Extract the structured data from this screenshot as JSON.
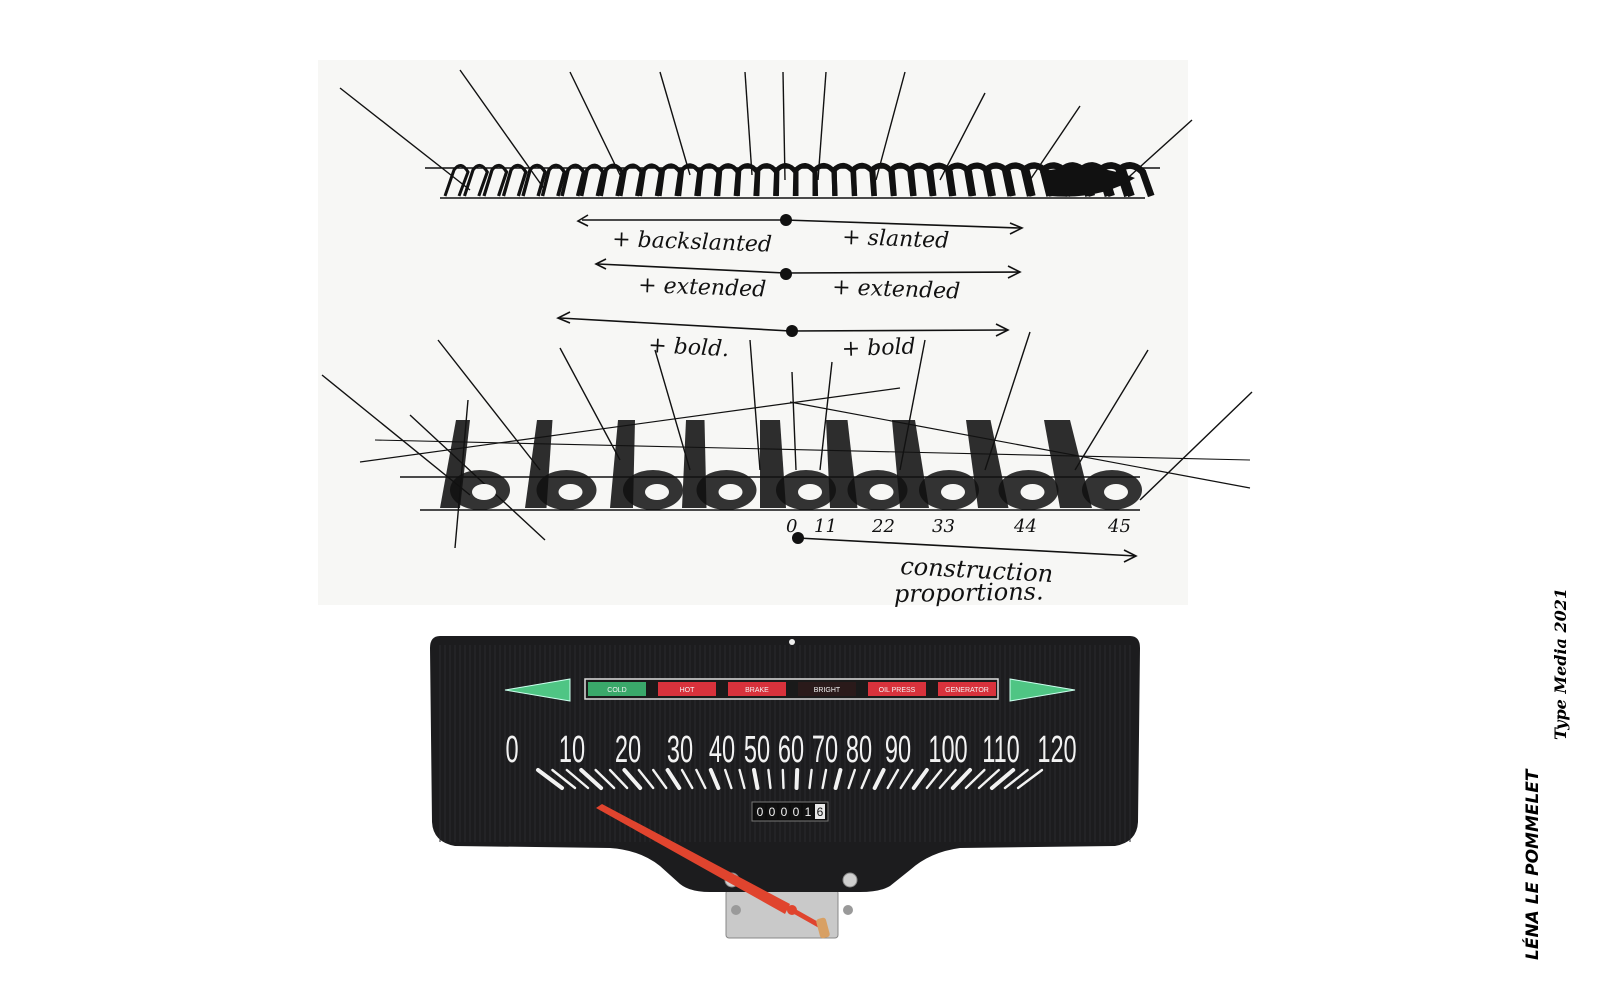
{
  "sketch": {
    "annotations": {
      "backslanted": "+ backslanted",
      "slanted": "+ slanted",
      "extended_left": "+ extended",
      "extended_right": "+ extended",
      "bold_left": "+ bold.",
      "bold_right": "+ bold",
      "construction_1": "construction",
      "construction_2": "proportions."
    },
    "scale_numbers": [
      "0",
      "11",
      "22",
      "33",
      "44",
      "45"
    ]
  },
  "gauge": {
    "speeds": [
      "0",
      "10",
      "20",
      "30",
      "40",
      "50",
      "60",
      "70",
      "80",
      "90",
      "100",
      "110",
      "120"
    ],
    "warning_lights": [
      {
        "label": "COLD",
        "color": "#3aa86a"
      },
      {
        "label": "HOT",
        "color": "#d8323c"
      },
      {
        "label": "BRAKE",
        "color": "#d8323c"
      },
      {
        "label": "BRIGHT",
        "color": "#2a1a1a"
      },
      {
        "label": "OIL PRESS",
        "color": "#d8323c"
      },
      {
        "label": "GENERATOR",
        "color": "#d8323c"
      }
    ],
    "odometer": [
      "0",
      "0",
      "0",
      "0",
      "1",
      "6"
    ],
    "colors": {
      "panel": "#1c1c1e",
      "needle": "#e0442e",
      "arrow": "#4fc584"
    }
  },
  "credit": {
    "author": "LÉNA LE POMMELET",
    "course": "Type Media 2021"
  }
}
